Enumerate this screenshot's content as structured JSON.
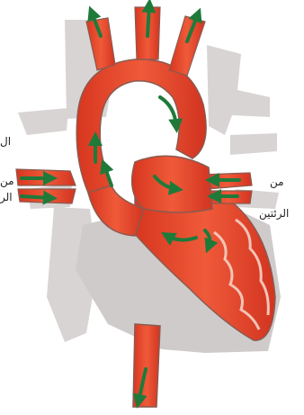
{
  "labels": {
    "left_top_clipped": "ال",
    "left_from": "من",
    "left_lungs_clipped": "الر",
    "right_from": "من",
    "right_lungs": "الرئتين"
  },
  "colors": {
    "background": "#ffffff",
    "vessel_gray": "#d8d4d3",
    "vessel_gray_dark": "#c4bfbe",
    "heart_gray": "#cfcbca",
    "blood_red": "#e8452a",
    "blood_red_dark": "#c8301c",
    "blood_red_light": "#f07a5c",
    "wall_pink": "#f2c4b6",
    "outline": "#8a5a50",
    "arrow_green": "#1f7a3a"
  },
  "icons": [
    "flow-arrow-icon"
  ]
}
